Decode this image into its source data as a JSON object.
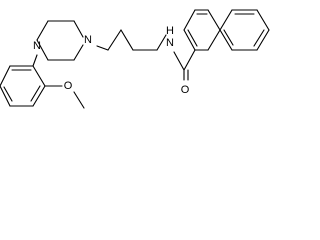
{
  "molecule": {
    "atoms": {
      "N_amide": "N",
      "H_amide": "H",
      "O_carbonyl": "O",
      "N_pip_1": "N",
      "N_pip_2": "N",
      "O_methoxy": "O"
    }
  },
  "colors": {
    "bond": "#000000",
    "label": "#000000",
    "background": "#ffffff"
  }
}
